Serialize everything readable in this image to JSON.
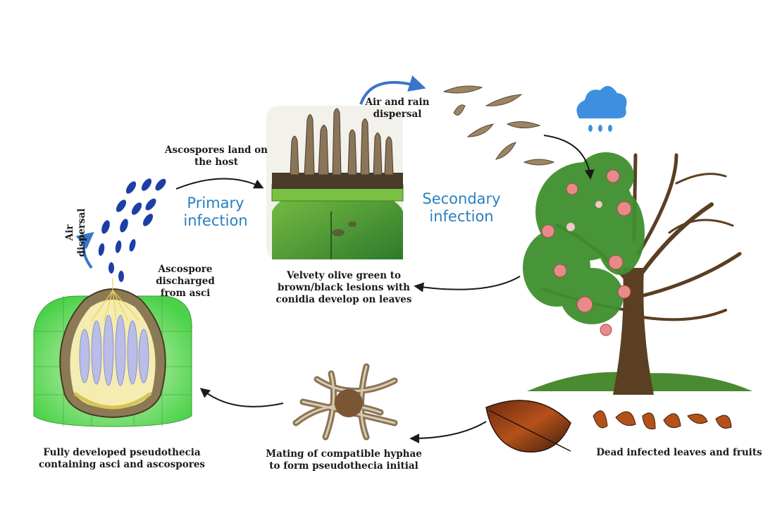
{
  "stages": {
    "primary": [
      "Primary",
      "infection"
    ],
    "secondary": [
      "Secondary",
      "infection"
    ]
  },
  "labels": {
    "air_dispersal": "Air dispersal",
    "ascospore_discharged": [
      "Ascospore discharged",
      "from asci"
    ],
    "ascospores_land": [
      "Ascospores land on",
      "the host"
    ],
    "air_rain": [
      "Air and rain",
      "dispersal"
    ],
    "lesions": [
      "Velvety olive green to",
      "brown/black lesions with",
      "conidia develop on leaves"
    ],
    "pseudothecia": [
      "Fully developed pseudothecia",
      "containing asci and ascospores"
    ],
    "mating": [
      "Mating of compatible hyphae",
      "to form pseudothecia initial"
    ],
    "dead_leaves": "Dead infected leaves and fruits"
  },
  "icons": [
    "pseudothecium-illustration",
    "ascospore-icon",
    "lesion-leaf-illustration",
    "conidium-icon",
    "rain-cloud-icon",
    "apple-tree-illustration",
    "dead-leaf-icon",
    "hyphae-illustration"
  ],
  "colors": {
    "stage_text": "#2a7fc0",
    "arrow": "#1a1a1a",
    "ascospore": "#1c3fa6",
    "cloud": "#3f8fe0"
  }
}
